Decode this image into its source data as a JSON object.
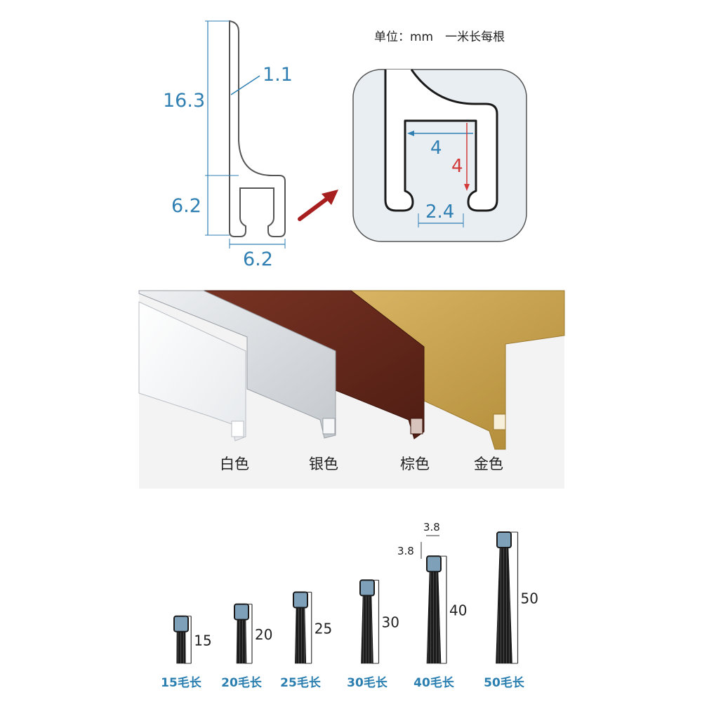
{
  "header": {
    "unit_note": "单位：mm　一米长每根"
  },
  "profile": {
    "dims": {
      "height_top": "16.3",
      "wall": "1.1",
      "height_bottom": "6.2",
      "width": "6.2"
    }
  },
  "detail": {
    "dims": {
      "inner_width": "4",
      "inner_height": "4",
      "opening": "2.4"
    }
  },
  "colors": [
    {
      "label": "白色",
      "hex": "#f1f3f5"
    },
    {
      "label": "银色",
      "hex": "#d4d8dc"
    },
    {
      "label": "棕色",
      "hex": "#6b2a1c"
    },
    {
      "label": "金色",
      "hex": "#c9a24a"
    }
  ],
  "brush_header": {
    "width": "3.8",
    "height": "3.8"
  },
  "brushes": [
    {
      "length": "15",
      "label": "15毛长"
    },
    {
      "length": "20",
      "label": "20毛长"
    },
    {
      "length": "25",
      "label": "25毛长"
    },
    {
      "length": "30",
      "label": "30毛长"
    },
    {
      "length": "40",
      "label": "40毛长"
    },
    {
      "length": "50",
      "label": "50毛长"
    }
  ],
  "palette": {
    "dim_blue": "#2f7fb3",
    "dim_red": "#d23a3a",
    "arrow_red": "#a81f1f",
    "label_blue": "#2a7fb0"
  }
}
